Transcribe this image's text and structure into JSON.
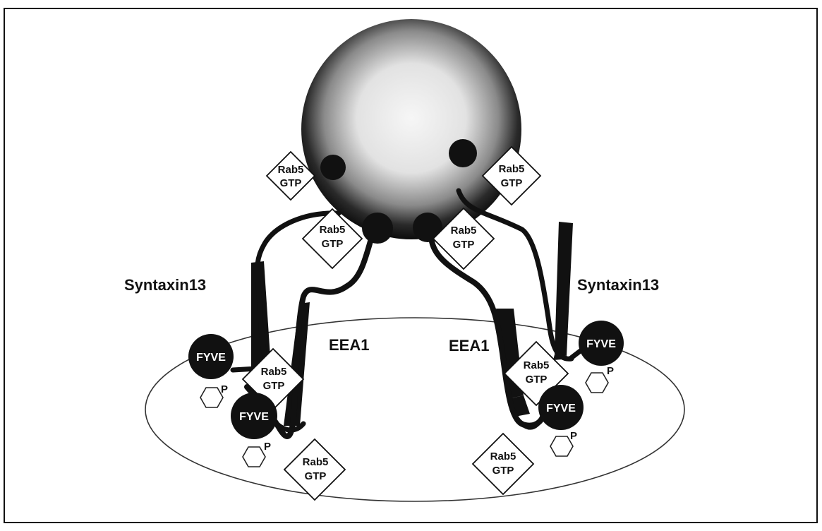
{
  "labels": {
    "syntaxin_left": "Syntaxin13",
    "syntaxin_right": "Syntaxin13",
    "eea1_left": "EEA1",
    "eea1_right": "EEA1"
  },
  "rab5": {
    "line1": "Rab5",
    "line2": "GTP"
  },
  "fyve": "FYVE",
  "phosphate": "P",
  "colors": {
    "ink": "#111111",
    "paper": "#ffffff",
    "sphere_center": "#f4f4f4"
  }
}
